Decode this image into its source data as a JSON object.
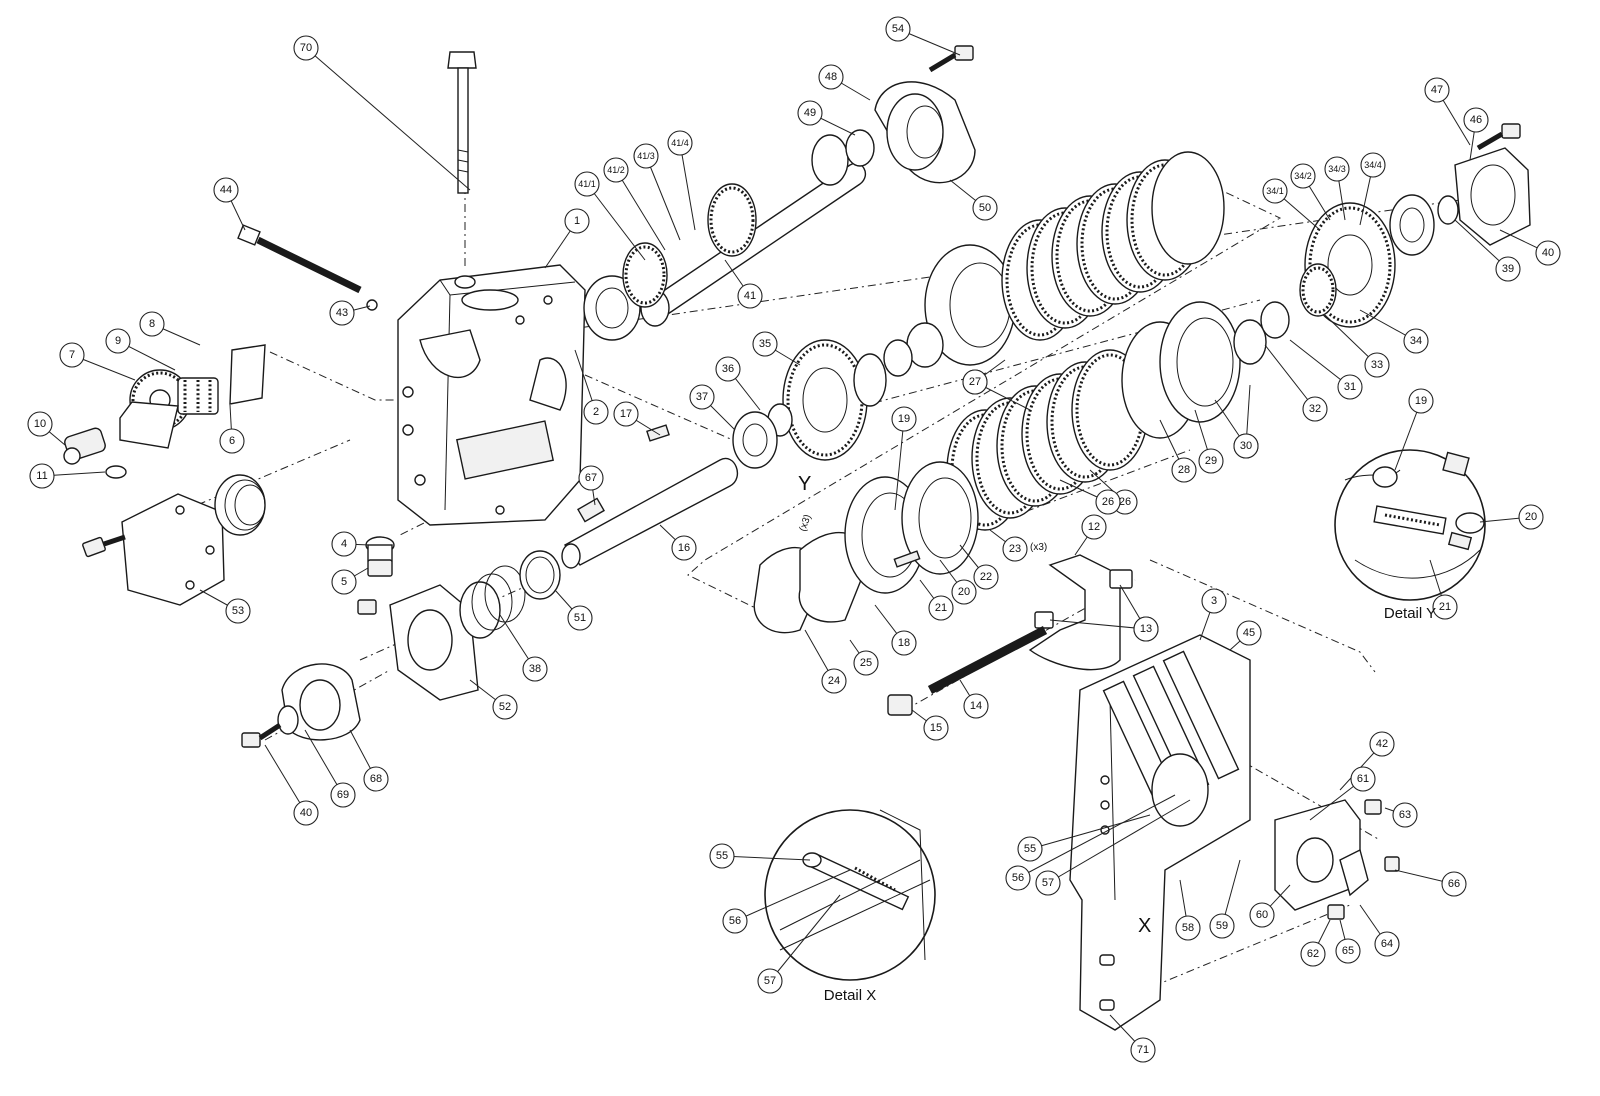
{
  "detail_y": {
    "title": "Detail Y"
  },
  "detail_x": {
    "title": "Detail X"
  },
  "view_markers": {
    "y": "Y",
    "x": "X"
  },
  "quantity_notes": [
    "(x3)",
    "(x3)"
  ],
  "callouts": [
    "1",
    "2",
    "3",
    "4",
    "5",
    "6",
    "7",
    "8",
    "9",
    "10",
    "11",
    "12",
    "13",
    "13",
    "14",
    "15",
    "16",
    "17",
    "18",
    "19",
    "20",
    "21",
    "22",
    "23",
    "24",
    "25",
    "26",
    "26",
    "27",
    "27",
    "28",
    "29",
    "30",
    "30",
    "31",
    "32",
    "33",
    "34",
    "34/1",
    "34/2",
    "34/3",
    "34/4",
    "35",
    "36",
    "37",
    "38",
    "39",
    "40",
    "40",
    "41",
    "41/1",
    "41/2",
    "41/3",
    "41/4",
    "42",
    "43",
    "44",
    "45",
    "46",
    "47",
    "48",
    "49",
    "50",
    "51",
    "52",
    "53",
    "54",
    "55",
    "56",
    "57",
    "58",
    "59",
    "60",
    "61",
    "62",
    "63",
    "64",
    "65",
    "66",
    "67",
    "68",
    "69",
    "70",
    "71",
    "19",
    "20",
    "21",
    "55",
    "56",
    "57"
  ]
}
